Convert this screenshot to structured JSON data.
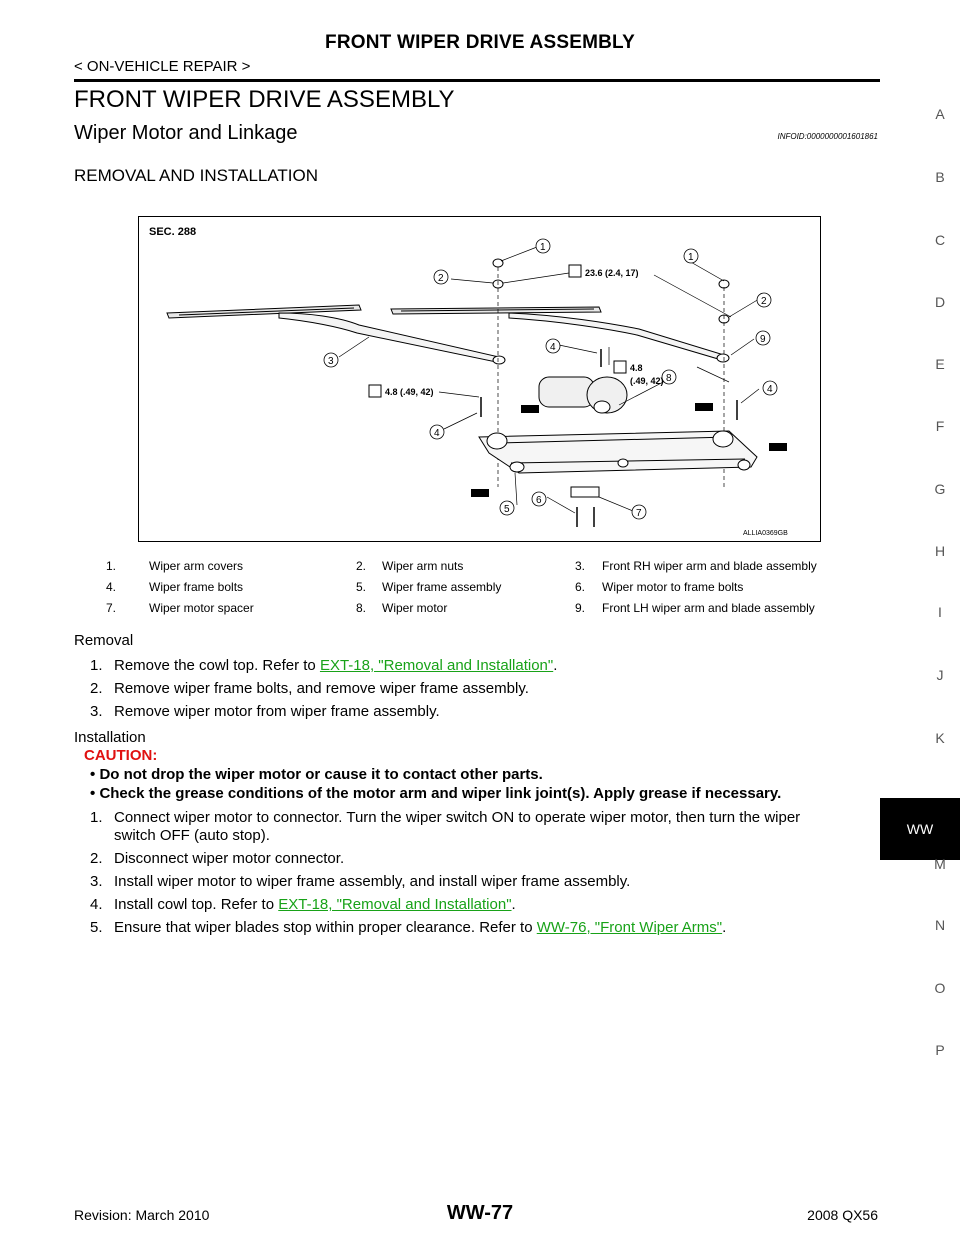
{
  "header": {
    "title": "FRONT WIPER DRIVE ASSEMBLY",
    "subtitle": "< ON-VEHICLE REPAIR >"
  },
  "section_title": "FRONT WIPER DRIVE ASSEMBLY",
  "subsection": {
    "title": "Wiper Motor and Linkage",
    "info_id": "INFOID:0000000001601861"
  },
  "removal_install_heading": "REMOVAL AND INSTALLATION",
  "figure": {
    "sec_label": "SEC. 288",
    "torque_1": "23.6 (2.4, 17)",
    "torque_2a": "4.8",
    "torque_2b": "(.49, 42)",
    "torque_3": "4.8 (.49, 42)",
    "image_code": "ALLIA0369GB",
    "callouts": [
      "1",
      "2",
      "1",
      "2",
      "9",
      "3",
      "4",
      "4",
      "8",
      "4",
      "5",
      "6",
      "7"
    ]
  },
  "legend": [
    [
      "1.",
      "Wiper arm covers",
      "2.",
      "Wiper arm nuts",
      "3.",
      "Front RH wiper arm and blade assembly"
    ],
    [
      "4.",
      "Wiper frame bolts",
      "5.",
      "Wiper frame assembly",
      "6.",
      "Wiper motor to frame bolts"
    ],
    [
      "7.",
      "Wiper motor spacer",
      "8.",
      "Wiper motor",
      "9.",
      "Front LH wiper arm and blade assembly"
    ]
  ],
  "removal": {
    "label": "Removal",
    "steps": [
      {
        "num": "1.",
        "pre": "Remove the cowl top. Refer to ",
        "link": "EXT-18, \"Removal and Installation\"",
        "post": "."
      },
      {
        "num": "2.",
        "pre": "Remove wiper frame bolts, and remove wiper frame assembly.",
        "link": "",
        "post": ""
      },
      {
        "num": "3.",
        "pre": "Remove wiper motor from wiper frame assembly.",
        "link": "",
        "post": ""
      }
    ]
  },
  "installation": {
    "label": "Installation",
    "caution": "CAUTION:",
    "bullets": [
      "Do not drop the wiper motor or cause it to contact other parts.",
      "Check the grease conditions of the motor arm and wiper link joint(s). Apply grease if necessary."
    ],
    "bullet_mark": "•",
    "steps": [
      {
        "num": "1.",
        "line1": "Connect wiper motor to connector. Turn the wiper switch ON to operate wiper motor, then turn the wiper",
        "line2": "switch OFF (auto stop)."
      },
      {
        "num": "2.",
        "line1": "Disconnect wiper motor connector.",
        "line2": ""
      },
      {
        "num": "3.",
        "line1": "Install wiper motor to wiper frame assembly, and install wiper frame assembly.",
        "line2": ""
      }
    ],
    "step4": {
      "num": "4.",
      "pre": "Install cowl top. Refer to ",
      "link": "EXT-18, \"Removal and Installation\"",
      "post": "."
    },
    "step5": {
      "num": "5.",
      "pre": "Ensure that wiper blades stop within proper clearance. Refer to ",
      "link": "WW-76, \"Front Wiper Arms\"",
      "post": "."
    }
  },
  "side_tabs": [
    "A",
    "B",
    "C",
    "D",
    "E",
    "F",
    "G",
    "H",
    "I",
    "J",
    "K",
    "WW",
    "M",
    "N",
    "O",
    "P"
  ],
  "footer": {
    "revision": "Revision: March 2010",
    "page": "WW-77",
    "model": "2008 QX56"
  }
}
